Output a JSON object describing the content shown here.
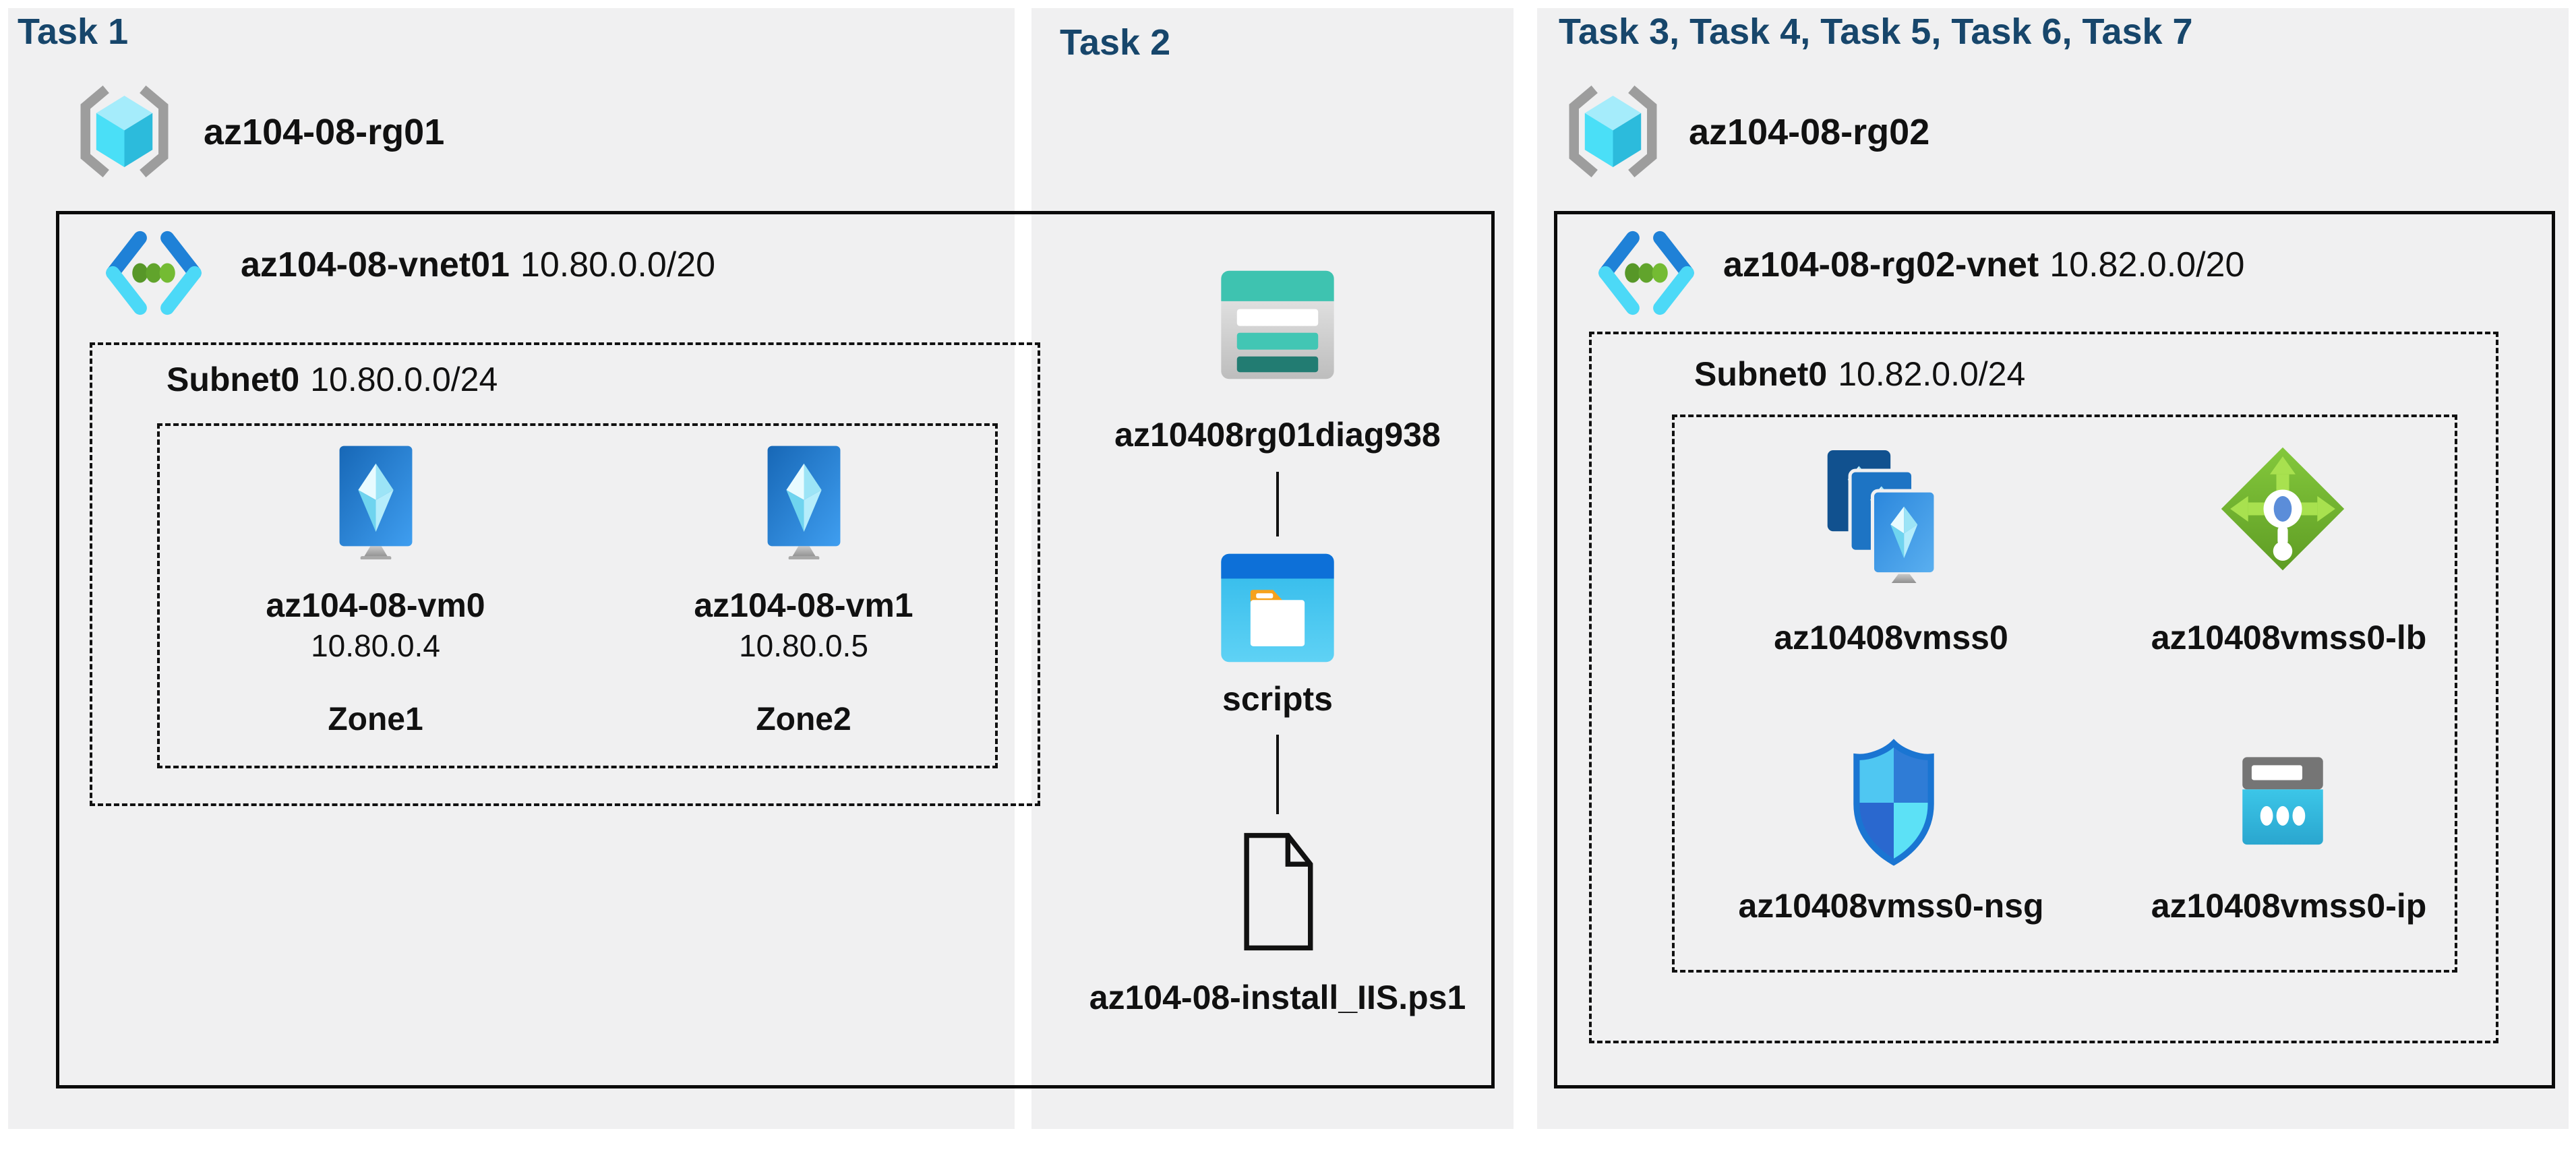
{
  "colors": {
    "canvas_bg": "#ffffff",
    "panel_bg": "#f0f0f1",
    "heading_text": "#17466b",
    "label_text": "#111111",
    "box_border": "#0b0b0b",
    "storage_teal": "#3ec3b0",
    "azure_blue": "#1f81d7",
    "cyan": "#35c1ee",
    "lb_green": "#76bc2d"
  },
  "panels": [
    {
      "heading": "Task 1",
      "resource_group": {
        "name": "az104-08-rg01",
        "icon": "resource-group-icon"
      },
      "vnet": {
        "name": "az104-08-vnet01",
        "cidr": "10.80.0.0/20",
        "icon": "virtual-network-icon"
      },
      "subnet": {
        "name": "Subnet0",
        "cidr": "10.80.0.0/24"
      },
      "vms": [
        {
          "name": "az104-08-vm0",
          "ip": "10.80.0.4",
          "zone": "Zone1",
          "icon": "virtual-machine-icon"
        },
        {
          "name": "az104-08-vm1",
          "ip": "10.80.0.5",
          "zone": "Zone2",
          "icon": "virtual-machine-icon"
        }
      ]
    },
    {
      "heading": "Task 2",
      "storage_account": {
        "name": "az10408rg01diag938",
        "icon": "storage-account-icon"
      },
      "container": {
        "name": "scripts",
        "icon": "blob-container-icon"
      },
      "file": {
        "name": "az104-08-install_IIS.ps1",
        "icon": "file-icon"
      }
    },
    {
      "heading": "Task 3, Task 4, Task 5, Task 6, Task 7",
      "resource_group": {
        "name": "az104-08-rg02",
        "icon": "resource-group-icon"
      },
      "vnet": {
        "name": "az104-08-rg02-vnet",
        "cidr": "10.82.0.0/20",
        "icon": "virtual-network-icon"
      },
      "subnet": {
        "name": "Subnet0",
        "cidr": "10.82.0.0/24"
      },
      "resources": [
        {
          "name": "az10408vmss0",
          "icon": "vm-scale-set-icon"
        },
        {
          "name": "az10408vmss0-lb",
          "icon": "load-balancer-icon"
        },
        {
          "name": "az10408vmss0-nsg",
          "icon": "network-security-group-icon"
        },
        {
          "name": "az10408vmss0-ip",
          "icon": "public-ip-icon"
        }
      ]
    }
  ]
}
